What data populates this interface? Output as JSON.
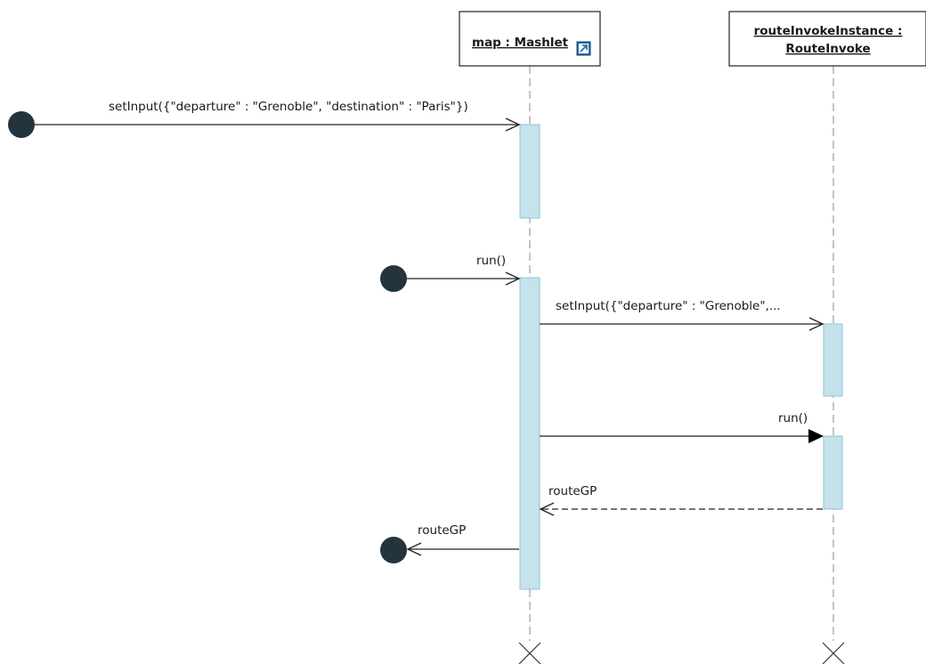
{
  "participants": [
    {
      "name_line1": "map : Mashlet",
      "name_line2": ""
    },
    {
      "name_line1": "routeInvokeInstance :",
      "name_line2": "RouteInvoke"
    }
  ],
  "messages": [
    {
      "label": "setInput({\"departure\" : \"Grenoble\", \"destination\" : \"Paris\"})",
      "kind": "found-async"
    },
    {
      "label": "run()",
      "kind": "found-async"
    },
    {
      "label": "setInput({\"departure\" : \"Grenoble\",...",
      "kind": "async"
    },
    {
      "label": "run()",
      "kind": "sync"
    },
    {
      "label": "routeGP",
      "kind": "reply"
    },
    {
      "label": "routeGP",
      "kind": "lost-async"
    }
  ],
  "colors": {
    "activation_fill": "#c6e2ec",
    "activation_stroke": "#8ec3d6",
    "endpoint_dot": "#24343f",
    "shortcut_badge": "#2b6fb3"
  },
  "icons": {
    "participant_badge": "shortcut-arrow-icon"
  }
}
